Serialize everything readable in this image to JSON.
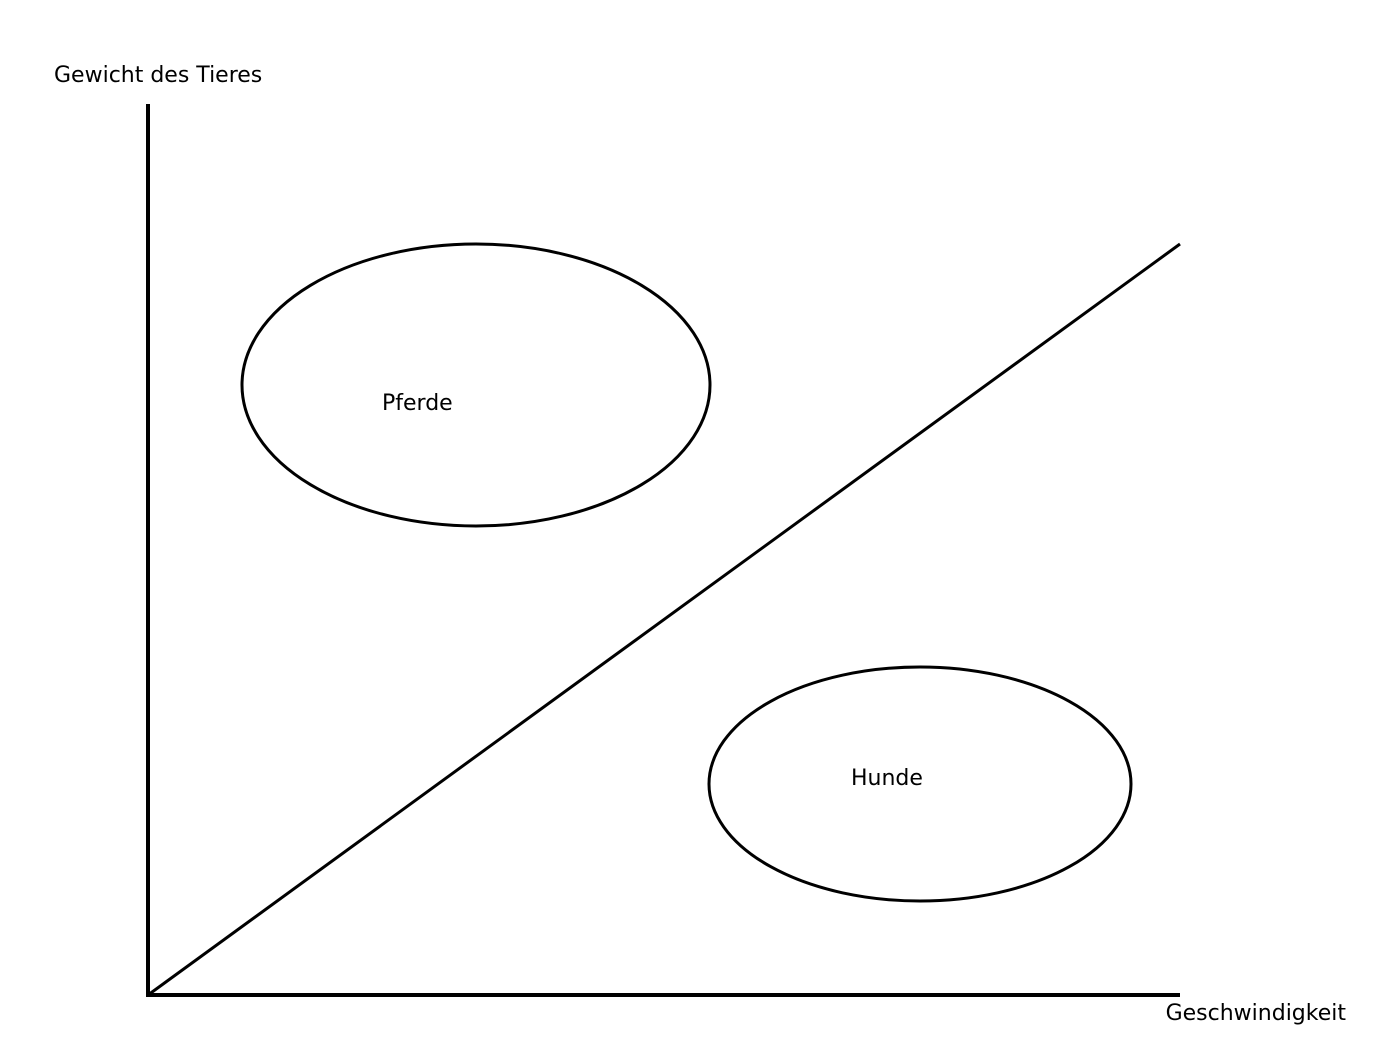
{
  "diagram": {
    "y_axis_label": "Gewicht des Tieres",
    "x_axis_label": "Geschwindigkeit",
    "regions": [
      {
        "label": "Pferde"
      },
      {
        "label": "Hunde"
      }
    ],
    "colors": {
      "stroke": "#000000",
      "background": "#ffffff"
    }
  }
}
